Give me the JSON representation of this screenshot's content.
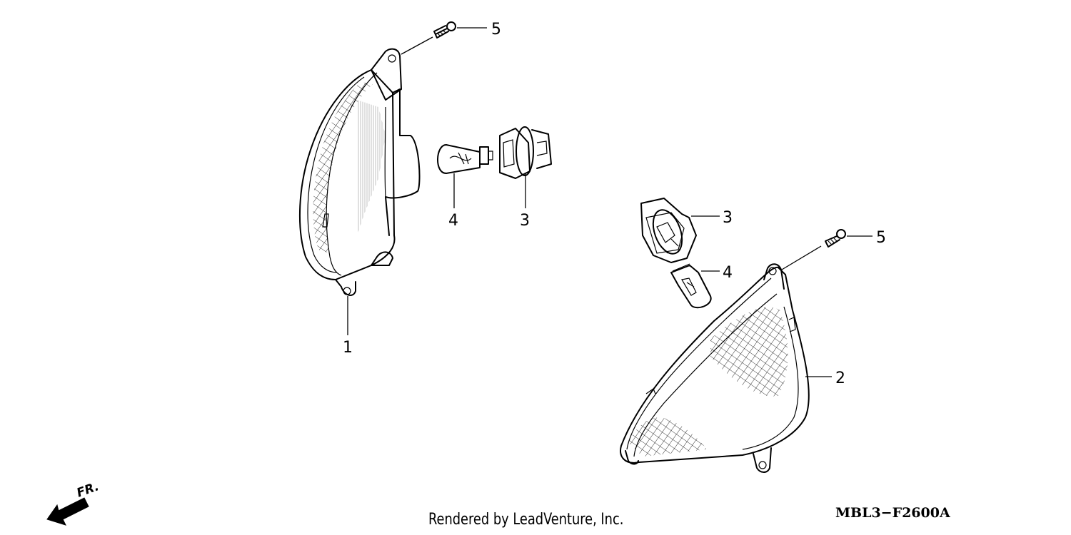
{
  "diagram": {
    "callouts": [
      {
        "id": "c1",
        "label": "1"
      },
      {
        "id": "c2",
        "label": "2"
      },
      {
        "id": "c3a",
        "label": "3"
      },
      {
        "id": "c3b",
        "label": "3"
      },
      {
        "id": "c4a",
        "label": "4"
      },
      {
        "id": "c4b",
        "label": "4"
      },
      {
        "id": "c5a",
        "label": "5"
      },
      {
        "id": "c5b",
        "label": "5"
      }
    ],
    "direction_label": "FR.",
    "diagram_code": "MBL3−F2600A"
  },
  "footer": {
    "credit": "Rendered by LeadVenture, Inc."
  }
}
